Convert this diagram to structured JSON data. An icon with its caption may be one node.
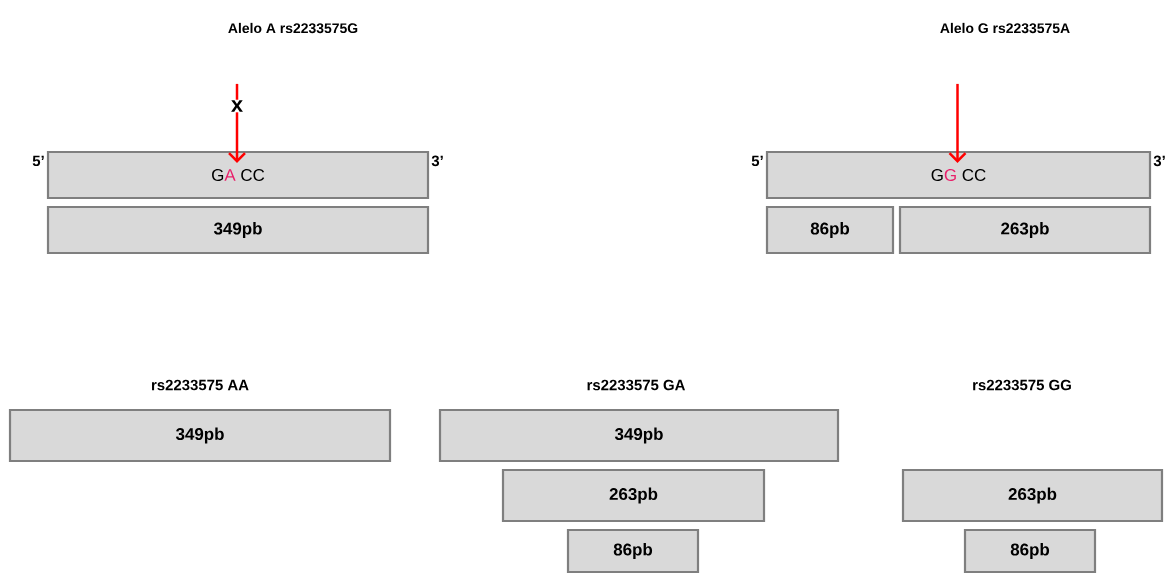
{
  "diagram": {
    "nodes": [
      {
        "text": [
          "G",
          "A",
          "CC"
        ],
        "beside": [
          "5’",
          "3’"
        ]
      },
      {
        "text": [
          "349pb"
        ]
      },
      {
        "text": [
          "G",
          "G",
          "CC"
        ],
        "beside": [
          "5’",
          "3’"
        ]
      },
      {
        "text": [
          "86pb"
        ]
      },
      {
        "text": [
          "263pb"
        ]
      },
      {
        "text": [
          "349pb"
        ]
      },
      {
        "text": [
          "349pb"
        ]
      },
      {
        "text": [
          "263pb"
        ]
      },
      {
        "text": [
          "86pb"
        ]
      },
      {
        "text": [
          "263pb"
        ]
      },
      {
        "text": [
          "86pb"
        ]
      }
    ],
    "edges": [
      {
        "from": null,
        "to": 0,
        "arrow": "to",
        "label": "x",
        "color": "#ff0000"
      },
      {
        "from": null,
        "to": 2,
        "arrow": "to",
        "color": "#ff0000"
      }
    ],
    "labels": [
      "Alelo A rs2233575G",
      "Alelo G rs2233575A",
      "rs2233575 AA",
      "rs2233575 GA",
      "rs2233575 GG"
    ]
  }
}
